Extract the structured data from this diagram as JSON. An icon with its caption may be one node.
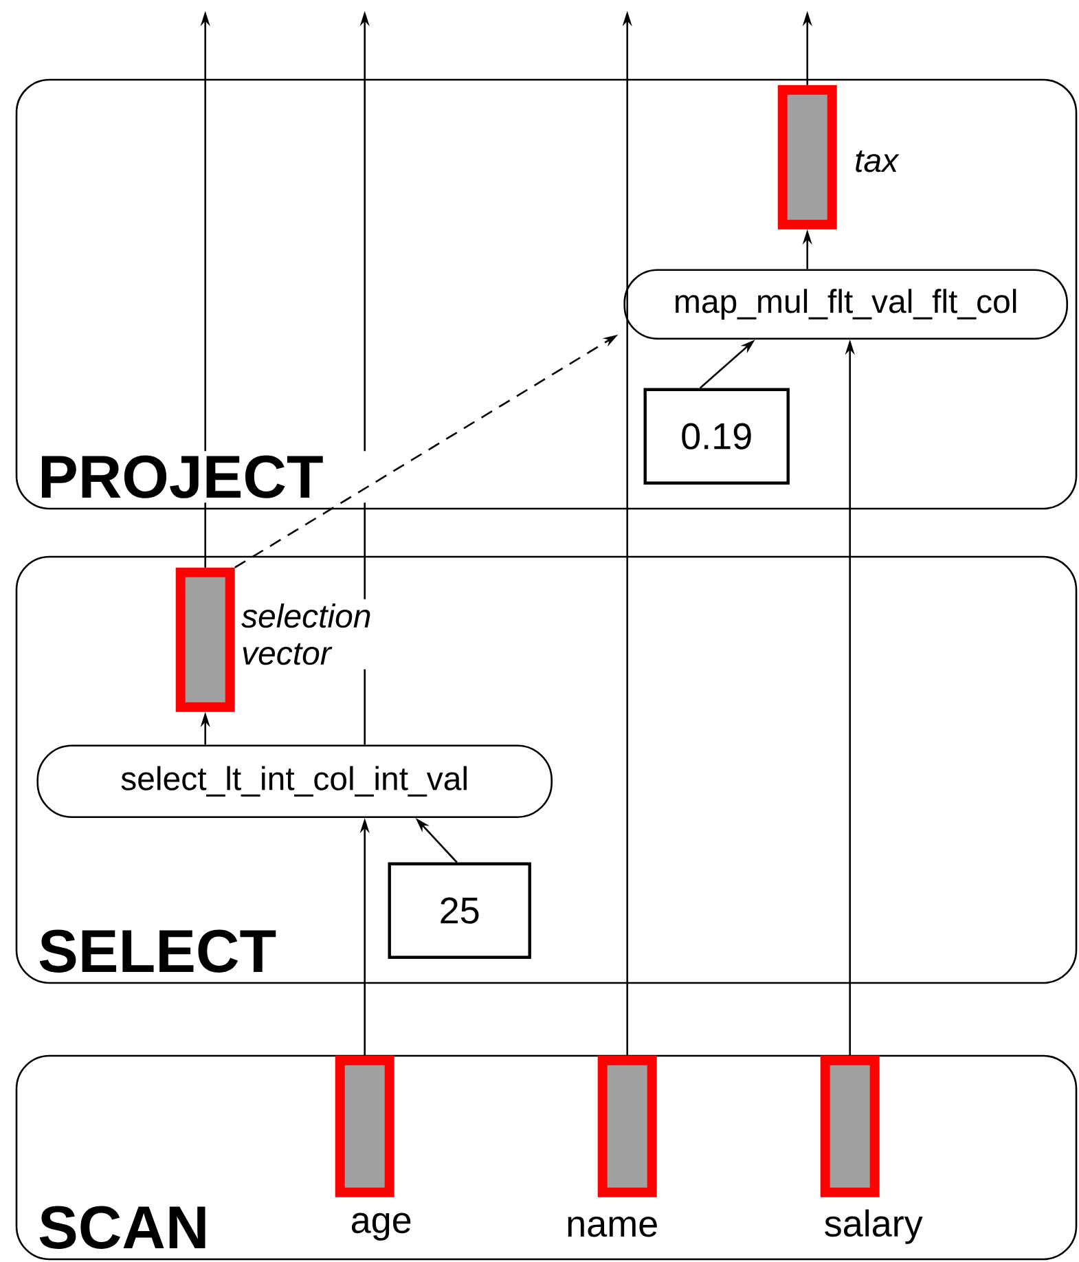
{
  "diagram": {
    "nodes": [
      {
        "text": [
          "PROJECT"
        ]
      },
      {
        "text": [],
        "shape": "bar",
        "in": 0,
        "beside": [
          "tax"
        ]
      },
      {
        "text": [
          "map_mul_flt_val_flt_col"
        ],
        "in": 0
      },
      {
        "text": [
          "0.19"
        ],
        "in": 0
      },
      {
        "text": [
          "SELECT"
        ]
      },
      {
        "text": [],
        "shape": "bar",
        "in": 4,
        "beside": [
          "selection vector"
        ]
      },
      {
        "text": [
          "select_lt_int_col_int_val"
        ],
        "in": 4
      },
      {
        "text": [
          "25"
        ],
        "in": 4
      },
      {
        "text": [
          "SCAN"
        ]
      },
      {
        "text": [],
        "shape": "bar",
        "in": 8,
        "beside": [
          "age"
        ]
      },
      {
        "text": [],
        "shape": "bar",
        "in": 8,
        "beside": [
          "name"
        ]
      },
      {
        "text": [],
        "shape": "bar",
        "in": 8,
        "beside": [
          "salary"
        ]
      }
    ],
    "edges": [
      {
        "from": 1,
        "to": null,
        "arrow": "to"
      },
      {
        "from": 2,
        "to": 1,
        "arrow": "to"
      },
      {
        "from": 3,
        "to": 2,
        "arrow": "to"
      },
      {
        "from": 5,
        "to": 2,
        "arrow": "to",
        "style": "dashed"
      },
      {
        "from": 11,
        "to": 2,
        "arrow": "to"
      },
      {
        "from": 5,
        "to": null,
        "arrow": "to"
      },
      {
        "from": 6,
        "to": 5,
        "arrow": "to"
      },
      {
        "from": 7,
        "to": 6,
        "arrow": "to"
      },
      {
        "from": 9,
        "to": 6,
        "arrow": "to"
      },
      {
        "from": 6,
        "to": null,
        "arrow": "to"
      },
      {
        "from": 10,
        "to": null,
        "arrow": "to"
      }
    ]
  }
}
